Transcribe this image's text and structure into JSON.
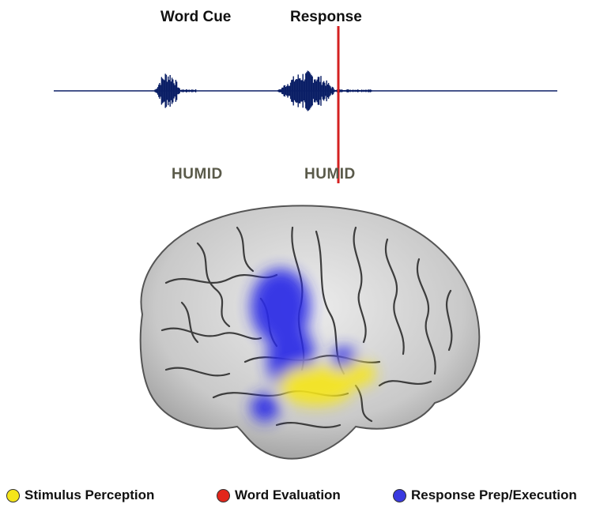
{
  "labels": {
    "word_cue": "Word Cue",
    "response": "Response"
  },
  "words": {
    "cue_word": "HUMID",
    "response_word": "HUMID"
  },
  "colors": {
    "waveform": "#0b1f66",
    "marker": "#d42020",
    "word_text": "#5a5a4a",
    "stimulus": "#f5e51a",
    "evaluation": "#e2261b",
    "response": "#3a3ae0"
  },
  "legend": [
    {
      "label": "Stimulus Perception",
      "color": "#f5e51a"
    },
    {
      "label": "Word Evaluation",
      "color": "#e2261b"
    },
    {
      "label": "Response Prep/Execution",
      "color": "#3a3ae0"
    }
  ],
  "icons": {
    "brain": "brain-icon"
  }
}
